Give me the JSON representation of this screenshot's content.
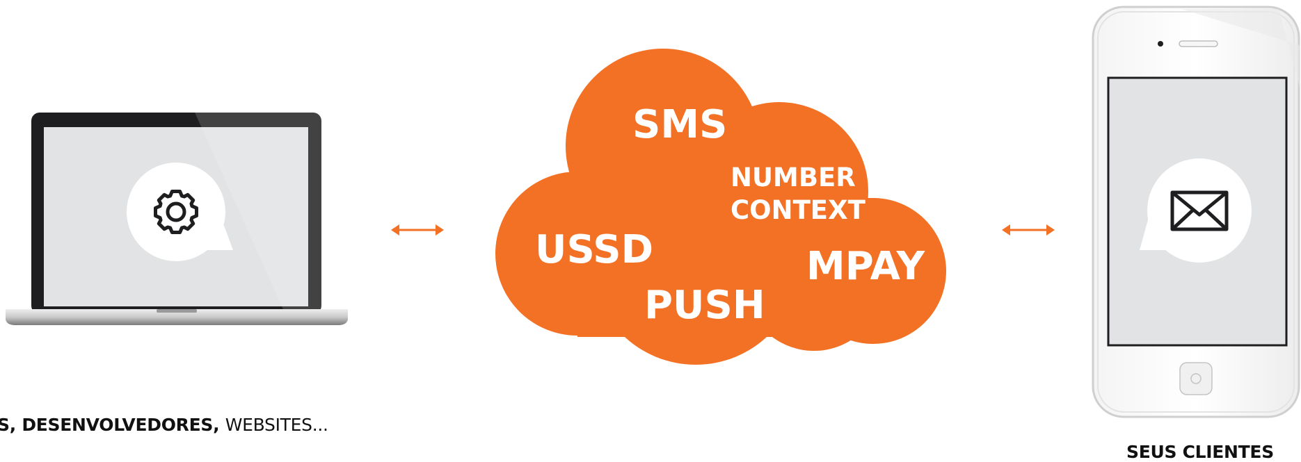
{
  "colors": {
    "accent": "#f37125",
    "dark": "#1e1e20",
    "screen": "#e2e3e4",
    "white": "#ffffff"
  },
  "cloud": {
    "words": [
      "SMS",
      "NUMBER",
      "CONTEXT",
      "USSD",
      "MPAY",
      "PUSH"
    ]
  },
  "left": {
    "device": "laptop",
    "icon": "gear-icon",
    "caption_parts": [
      "S",
      ", ",
      "DESENVOLVEDORES",
      ", ",
      "WEBSITES..."
    ]
  },
  "right": {
    "device": "smartphone",
    "icon": "envelope-icon",
    "caption": "SEUS CLIENTES"
  },
  "connectors": [
    "double-arrow-left",
    "double-arrow-right"
  ]
}
